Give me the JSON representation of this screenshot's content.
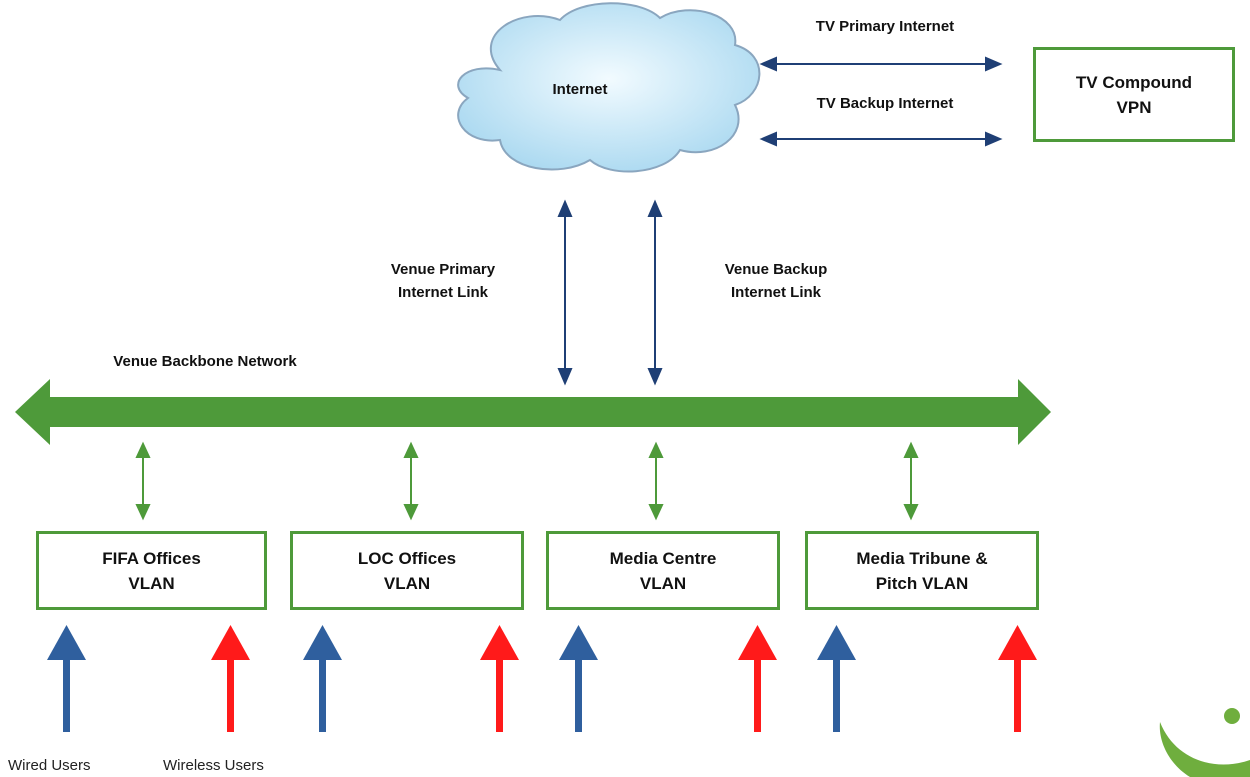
{
  "cloud": {
    "label": "Internet"
  },
  "tv_compound": {
    "label": "TV Compound\nVPN"
  },
  "tv_links": {
    "primary": "TV Primary Internet",
    "backup": "TV Backup Internet"
  },
  "venue_links": {
    "primary": "Venue Primary\nInternet Link",
    "backup": "Venue Backup\nInternet  Link"
  },
  "backbone": {
    "label": "Venue Backbone Network"
  },
  "vlans": [
    {
      "label": "FIFA Offices\nVLAN"
    },
    {
      "label": "LOC Offices\nVLAN"
    },
    {
      "label": "Media Centre\nVLAN"
    },
    {
      "label": "Media Tribune &\nPitch VLAN"
    }
  ],
  "legend": {
    "wired": "Wired Users",
    "wireless": "Wireless Users"
  },
  "colors": {
    "network_green": "#4e9a3a",
    "link_blue": "#1f3f75",
    "wired_blue": "#2f5f9e",
    "wireless_red": "#ff1a1a",
    "cloud_fill": "#bfe3f5",
    "cloud_stroke": "#8aa6bf"
  }
}
